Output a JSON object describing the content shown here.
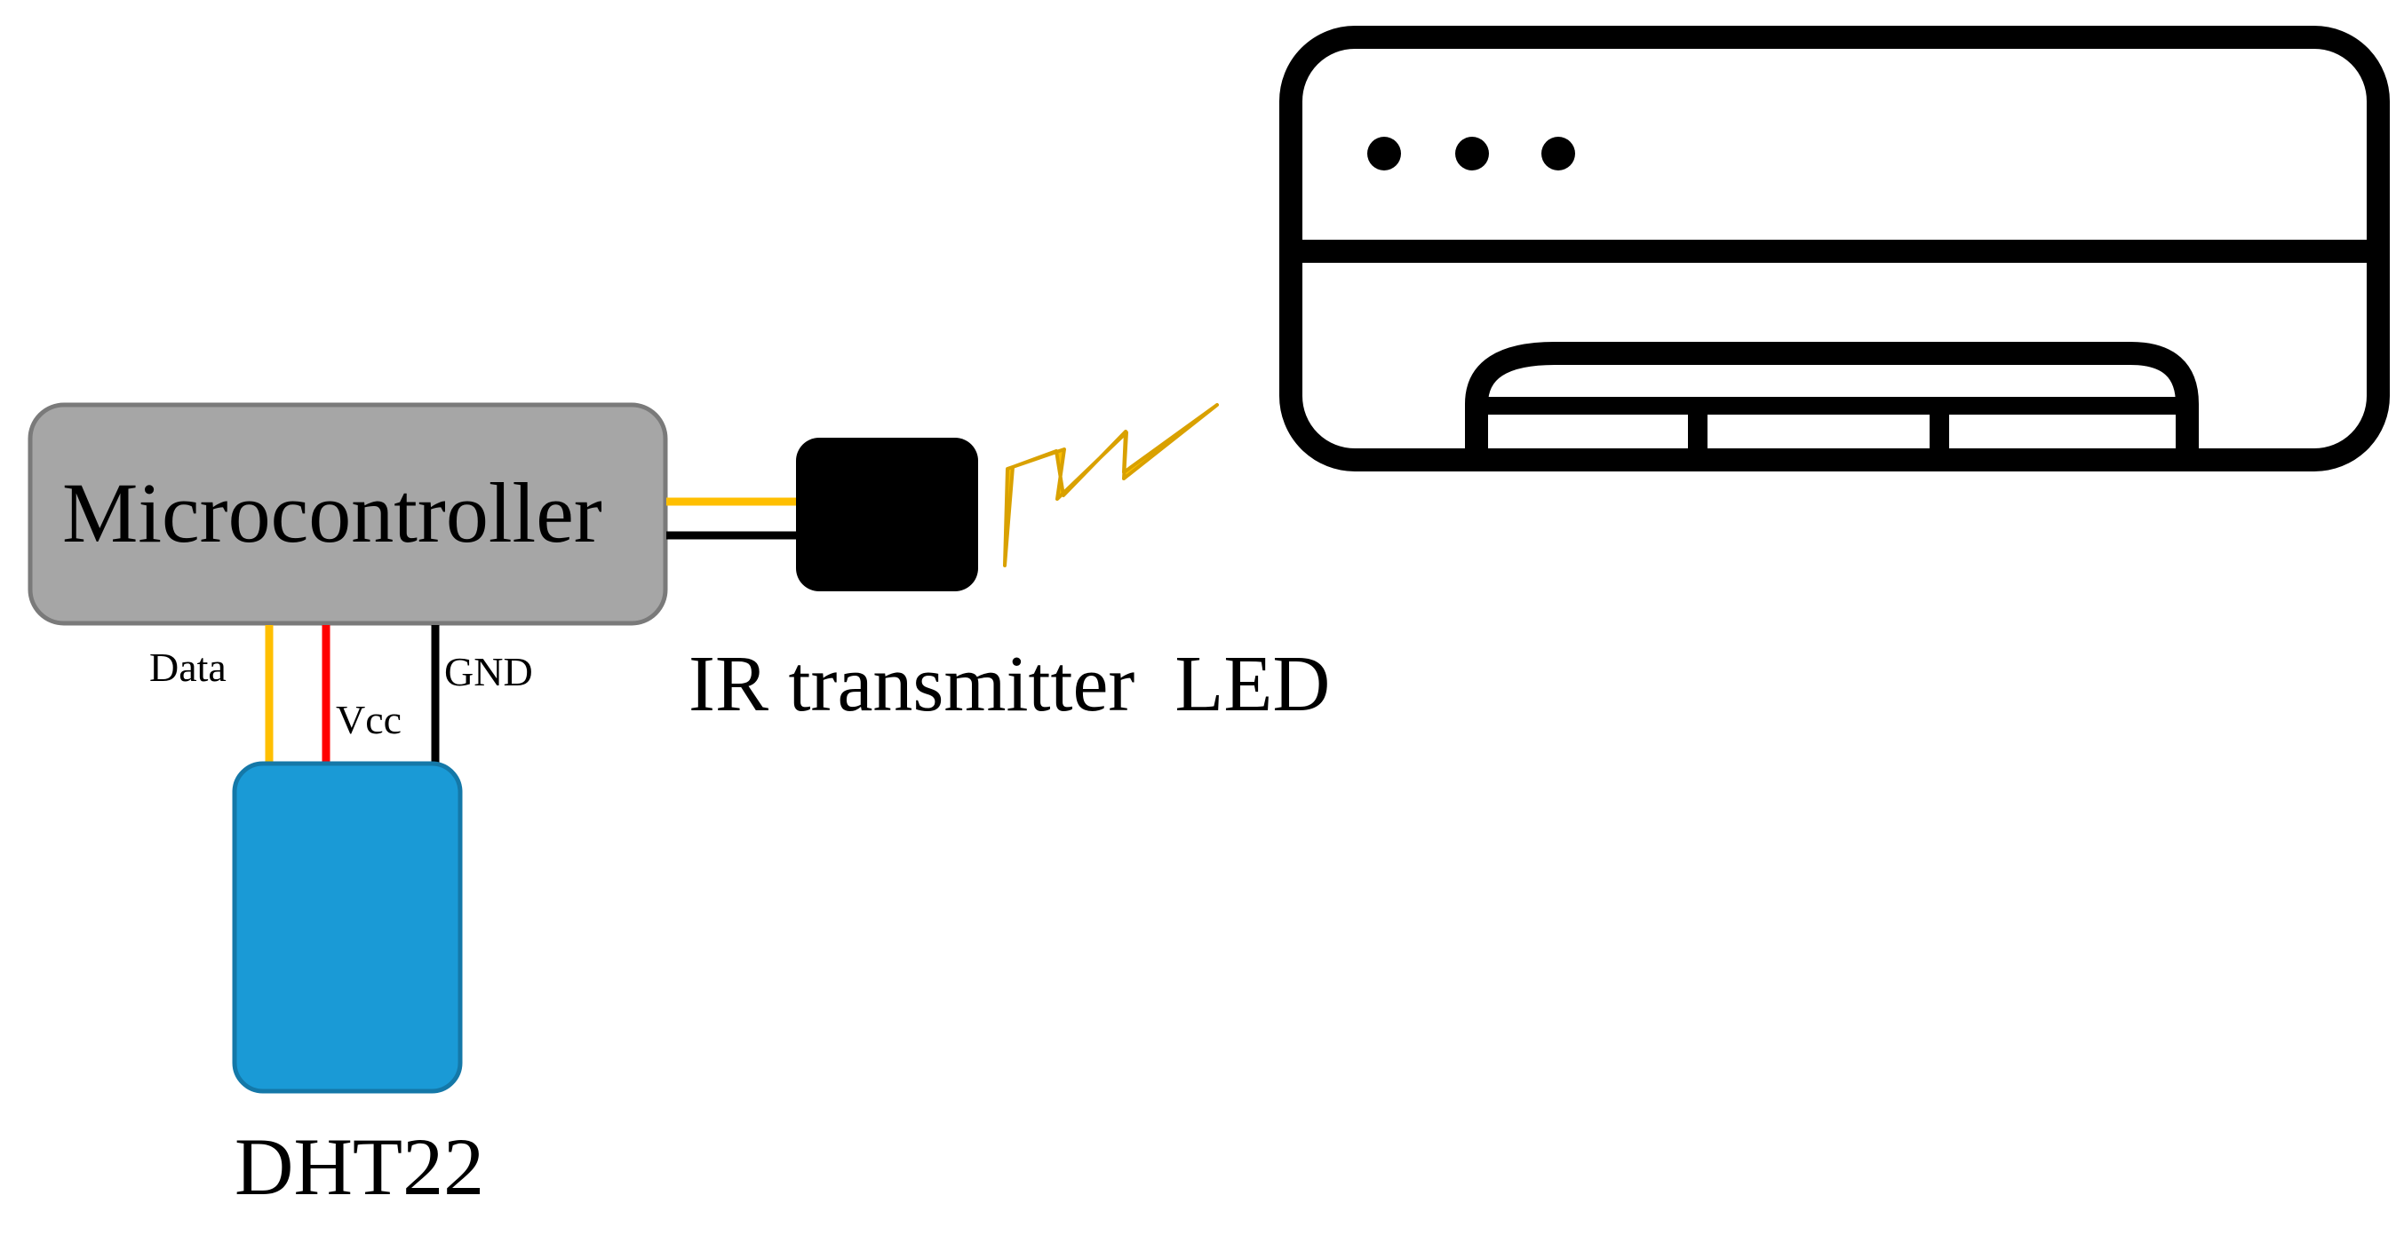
{
  "labels": {
    "microcontroller": "Microcontroller",
    "data_wire": "Data",
    "vcc_wire": "Vcc",
    "gnd_wire": "GND",
    "ir_transmitter": "IR transmitter  LED",
    "sensor": "DHT22"
  },
  "colors": {
    "microcontroller_fill": "#a6a6a6",
    "microcontroller_stroke": "#7a7a7a",
    "data_wire": "#ffbf00",
    "vcc_wire": "#ff0000",
    "gnd_wire": "#000000",
    "ir_led": "#000000",
    "ir_signal": "#ffc000",
    "ir_signal_stroke": "#d9a100",
    "sensor_fill": "#1a9ad6",
    "sensor_stroke": "#1478a8",
    "air_conditioner_outline": "#000000"
  },
  "icons": {
    "ir_signal": "lightning-bolt-icon",
    "air_conditioner": "air-conditioner-icon"
  }
}
